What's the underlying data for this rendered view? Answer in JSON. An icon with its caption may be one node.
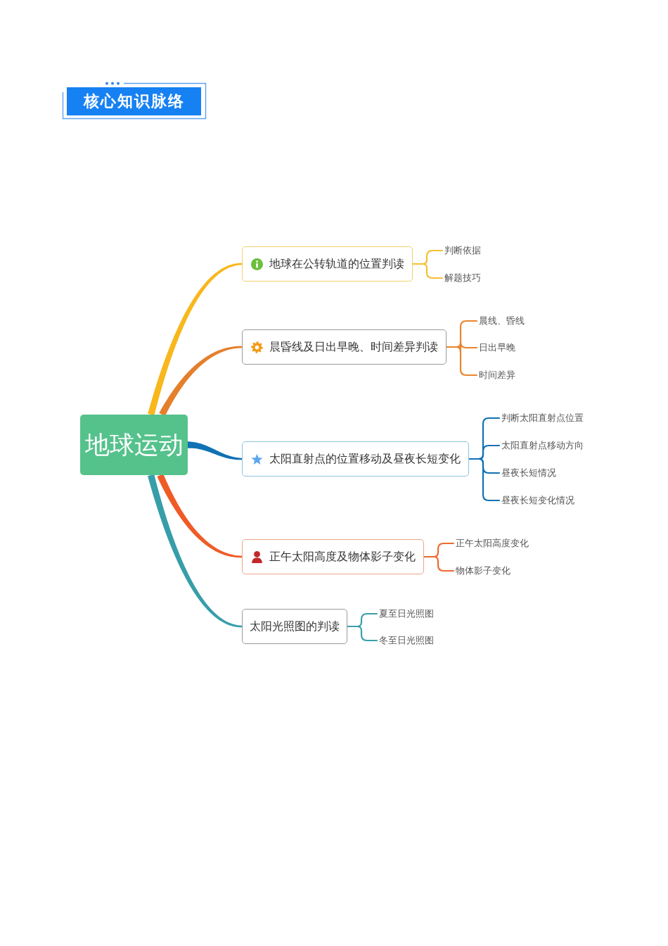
{
  "diagram": {
    "title": "核心知识脉络",
    "nodes": [
      {
        "text": [
          "地球运动"
        ]
      },
      {
        "text": [
          "地球在公转轨道的位置判读"
        ]
      },
      {
        "text": [
          "判断依据"
        ]
      },
      {
        "text": [
          "解题技巧"
        ]
      },
      {
        "text": [
          "晨昏线及日出早晚、时间差异判读"
        ]
      },
      {
        "text": [
          "晨线、昏线"
        ]
      },
      {
        "text": [
          "日出早晚"
        ]
      },
      {
        "text": [
          "时间差异"
        ]
      },
      {
        "text": [
          "太阳直射点的位置移动及昼夜长短变化"
        ]
      },
      {
        "text": [
          "判断太阳直射点位置"
        ]
      },
      {
        "text": [
          "太阳直射点移动方向"
        ]
      },
      {
        "text": [
          "昼夜长短情况"
        ]
      },
      {
        "text": [
          "昼夜长短变化情况"
        ]
      },
      {
        "text": [
          "正午太阳高度及物体影子变化"
        ]
      },
      {
        "text": [
          "正午太阳高度变化"
        ]
      },
      {
        "text": [
          "物体影子变化"
        ]
      },
      {
        "text": [
          "太阳光照图的判读"
        ]
      },
      {
        "text": [
          "夏至日光照图"
        ]
      },
      {
        "text": [
          "冬至日光照图"
        ]
      }
    ],
    "edges": [
      {
        "from": 0,
        "to": 1,
        "arrow": "none",
        "style": "thick",
        "color": "#f8b71c"
      },
      {
        "from": 0,
        "to": 4,
        "arrow": "none",
        "style": "thick",
        "color": "#e47f2c"
      },
      {
        "from": 0,
        "to": 8,
        "arrow": "none",
        "style": "thick"
      },
      {
        "from": 0,
        "to": 13,
        "arrow": "none",
        "style": "thick",
        "color": "#ef5b26"
      },
      {
        "from": 0,
        "to": 16,
        "arrow": "none",
        "style": "thick",
        "color": "#379ea9"
      },
      {
        "from": 1,
        "to": 2,
        "arrow": "none",
        "color": "#f5bf35"
      },
      {
        "from": 1,
        "to": 3,
        "arrow": "none",
        "color": "#f5bf35"
      },
      {
        "from": 4,
        "to": 5,
        "arrow": "none",
        "color": "#e8852e"
      },
      {
        "from": 4,
        "to": 6,
        "arrow": "none",
        "color": "#e8852e"
      },
      {
        "from": 4,
        "to": 7,
        "arrow": "none",
        "color": "#e8852e"
      },
      {
        "from": 8,
        "to": 9,
        "arrow": "none"
      },
      {
        "from": 8,
        "to": 10,
        "arrow": "none"
      },
      {
        "from": 8,
        "to": 11,
        "arrow": "none"
      },
      {
        "from": 8,
        "to": 12,
        "arrow": "none"
      },
      {
        "from": 13,
        "to": 14,
        "arrow": "none",
        "color": "#ed6a2e"
      },
      {
        "from": 13,
        "to": 15,
        "arrow": "none",
        "color": "#ed6a2e"
      },
      {
        "from": 16,
        "to": 17,
        "arrow": "none",
        "color": "#3aa0ab"
      },
      {
        "from": 16,
        "to": 18,
        "arrow": "none",
        "color": "#3aa0ab"
      }
    ]
  }
}
